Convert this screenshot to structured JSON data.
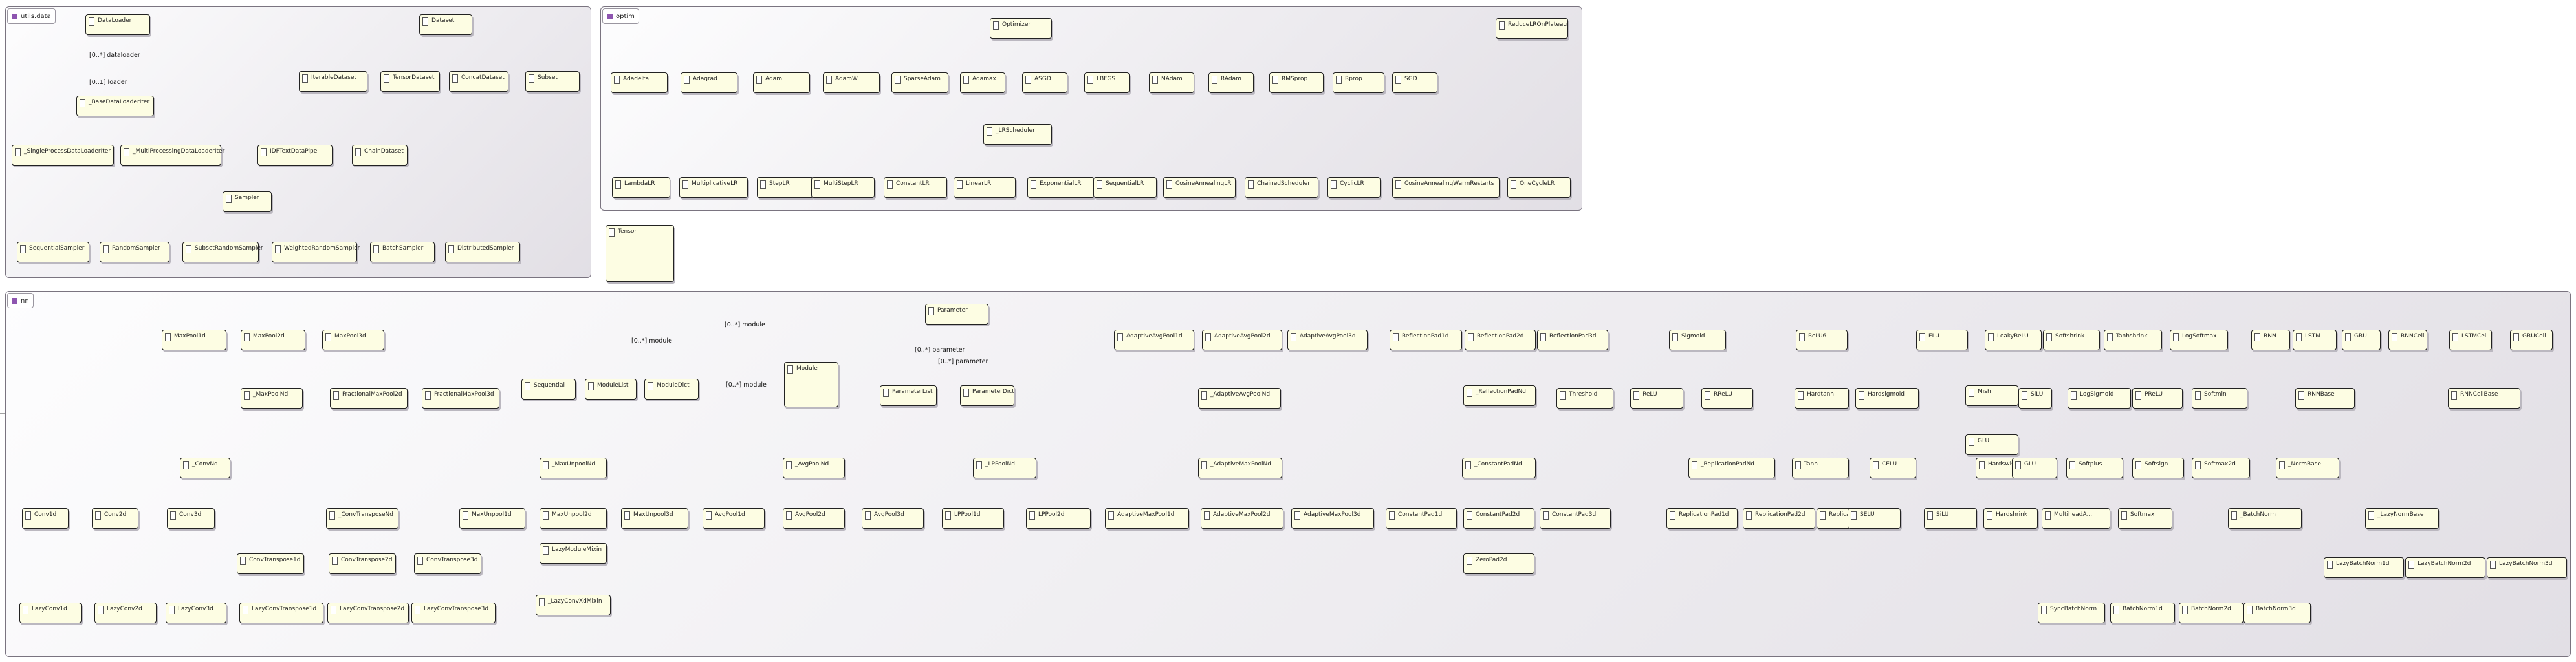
{
  "packages": {
    "utils_data": "utils.data",
    "optim": "optim",
    "nn": "nn"
  },
  "classes": {
    "DataLoader": "DataLoader",
    "BaseDataLoaderIter": "_BaseDataLoaderIter",
    "SingleProcessDataLoaderIter": "_SingleProcessDataLoaderIter",
    "MultiProcessingDataLoaderIter": "_MultiProcessingDataLoaderIter",
    "Dataset": "Dataset",
    "IterableDataset": "IterableDataset",
    "TensorDataset": "TensorDataset",
    "ConcatDataset": "ConcatDataset",
    "Subset": "Subset",
    "IDFDataPipe": "IDFTextDataPipe",
    "ChainDataset": "ChainDataset",
    "Sampler": "Sampler",
    "SequentialSampler": "SequentialSampler",
    "RandomSampler": "RandomSampler",
    "SubsetRandomSampler": "SubsetRandomSampler",
    "WeightedRandomSampler": "WeightedRandomSampler",
    "BatchSampler": "BatchSampler",
    "DistributedSampler": "DistributedSampler",
    "Optimizer": "Optimizer",
    "ReduceLROnPlateau": "ReduceLROnPlateau",
    "Adadelta": "Adadelta",
    "Adagrad": "Adagrad",
    "Adam": "Adam",
    "AdamW": "AdamW",
    "SparseAdam": "SparseAdam",
    "Adamax": "Adamax",
    "ASGD": "ASGD",
    "LBFGS": "LBFGS",
    "NAdam": "NAdam",
    "RAdam": "RAdam",
    "RMSprop": "RMSprop",
    "Rprop": "Rprop",
    "SGD": "SGD",
    "LRScheduler": "_LRScheduler",
    "LambdaLR": "LambdaLR",
    "MultiplicativeLR": "MultiplicativeLR",
    "StepLR": "StepLR",
    "MultiStepLR": "MultiStepLR",
    "ConstantLR": "ConstantLR",
    "LinearLR": "LinearLR",
    "ExponentialLR": "ExponentialLR",
    "SequentialLR": "SequentialLR",
    "CosineAnnealingLR": "CosineAnnealingLR",
    "ChainedScheduler": "ChainedScheduler",
    "CyclicLR": "CyclicLR",
    "CosineAnnealingWarmRestarts": "CosineAnnealingWarmRestarts",
    "OneCycleLR": "OneCycleLR",
    "Tensor": "Tensor",
    "Parameter": "Parameter",
    "Module": "Module",
    "Sequential": "Sequential",
    "ModuleList": "ModuleList",
    "ModuleDict": "ModuleDict",
    "ParameterList": "ParameterList",
    "ParameterDict": "ParameterDict",
    "MaxPool1d": "MaxPool1d",
    "MaxPool2d": "MaxPool2d",
    "MaxPool3d": "MaxPool3d",
    "MaxPoolNd": "_MaxPoolNd",
    "FractionalMaxPool2d": "FractionalMaxPool2d",
    "FractionalMaxPool3d": "FractionalMaxPool3d",
    "ConvNd": "_ConvNd",
    "Conv1d": "Conv1d",
    "Conv2d": "Conv2d",
    "Conv3d": "Conv3d",
    "ConvTransposeNd": "_ConvTransposeNd",
    "ConvTranspose1d": "ConvTranspose1d",
    "ConvTranspose2d": "ConvTranspose2d",
    "ConvTranspose3d": "ConvTranspose3d",
    "LazyConv1d": "LazyConv1d",
    "LazyConv2d": "LazyConv2d",
    "LazyConv3d": "LazyConv3d",
    "LazyConvTranspose1d": "LazyConvTranspose1d",
    "LazyConvTranspose2d": "LazyConvTranspose2d",
    "LazyConvTranspose3d": "LazyConvTranspose3d",
    "MaxUnpoolNd": "_MaxUnpoolNd",
    "MaxUnpool1d": "MaxUnpool1d",
    "MaxUnpool2d": "MaxUnpool2d",
    "MaxUnpool3d": "MaxUnpool3d",
    "LazyModuleMixin": "LazyModuleMixin",
    "LazyConvXdMixin": "_LazyConvXdMixin",
    "AvgPoolNd": "_AvgPoolNd",
    "AvgPool1d": "AvgPool1d",
    "AvgPool2d": "AvgPool2d",
    "AvgPool3d": "AvgPool3d",
    "LPPoolNd": "_LPPoolNd",
    "LPPool1d": "LPPool1d",
    "LPPool2d": "LPPool2d",
    "AdaptiveAvgPool1d": "AdaptiveAvgPool1d",
    "AdaptiveAvgPool2d": "AdaptiveAvgPool2d",
    "AdaptiveAvgPool3d": "AdaptiveAvgPool3d",
    "AdaptiveAvgPoolNd": "_AdaptiveAvgPoolNd",
    "AdaptiveMaxPoolNd": "_AdaptiveMaxPoolNd",
    "AdaptiveMaxPool1d": "AdaptiveMaxPool1d",
    "AdaptiveMaxPool2d": "AdaptiveMaxPool2d",
    "AdaptiveMaxPool3d": "AdaptiveMaxPool3d",
    "ReflectionPad1d": "ReflectionPad1d",
    "ReflectionPad2d": "ReflectionPad2d",
    "ReflectionPad3d": "ReflectionPad3d",
    "ReflectionPadNd": "_ReflectionPadNd",
    "Threshold": "Threshold",
    "ConstantPadNd": "_ConstantPadNd",
    "ConstantPad1d": "ConstantPad1d",
    "ConstantPad2d": "ConstantPad2d",
    "ConstantPad3d": "ConstantPad3d",
    "ZeroPad2d": "ZeroPad2d",
    "Sigmoid": "Sigmoid",
    "ReLU": "ReLU",
    "RReLU": "RReLU",
    "ReplicationPadNd": "_ReplicationPadNd",
    "ReplicationPad1d": "ReplicationPad1d",
    "ReplicationPad2d": "ReplicationPad2d",
    "ReplicationPad3d": "ReplicationPad3d",
    "ReLU6": "ReLU6",
    "Hardtanh": "Hardtanh",
    "Tanh": "Tanh",
    "Hardsigmoid": "Hardsigmoid",
    "ELU": "ELU",
    "CELU": "CELU",
    "SELU": "SELU",
    "GLU": "GLU",
    "SiLU": "SiLU",
    "Mish": "Mish",
    "Hardswish": "Hardswish",
    "LeakyReLU": "LeakyReLU",
    "Softshrink": "Softshrink",
    "Tanhshrink": "Tanhshrink",
    "Hardshrink": "Hardshrink",
    "LogSigmoid": "LogSigmoid",
    "Softplus": "Softplus",
    "MultiheadAttention": "MultiheadA...",
    "PReLU": "PReLU",
    "Softsign": "Softsign",
    "Softmin": "Softmin",
    "LogSoftmax": "LogSoftmax",
    "Softmax": "Softmax",
    "Softmax2d": "Softmax2d",
    "RNN": "RNN",
    "LSTM": "LSTM",
    "GRU": "GRU",
    "RNNBase": "RNNBase",
    "RNNCell": "RNNCell",
    "LSTMCell": "LSTMCell",
    "GRUCell": "GRUCell",
    "RNNCellBase": "RNNCellBase",
    "NormBase": "_NormBase",
    "BatchNorm": "_BatchNorm",
    "LazyNormBase": "_LazyNormBase",
    "LazyBatchNorm1d": "LazyBatchNorm1d",
    "LazyBatchNorm2d": "LazyBatchNorm2d",
    "LazyBatchNorm3d": "LazyBatchNorm3d",
    "SyncBatchNorm": "SyncBatchNorm",
    "BatchNorm1d": "BatchNorm1d",
    "BatchNorm2d": "BatchNorm2d",
    "BatchNorm3d": "BatchNorm3d"
  },
  "edge_labels": {
    "dataloader": "[0..*] dataloader",
    "loader": "[0..1] loader",
    "module_top": "[0..*] module",
    "module_mid": "[0..*] module",
    "module_dict": "[0..*] module",
    "parameter_a": "[0..*] parameter",
    "parameter_b": "[0..*] parameter"
  },
  "colors": {
    "package_fill_light": "#fdfdfe",
    "package_fill_dark": "#e2dfe5",
    "class_fill": "#fdfde3",
    "package_icon": "#8e55b0",
    "line": "#333333"
  }
}
